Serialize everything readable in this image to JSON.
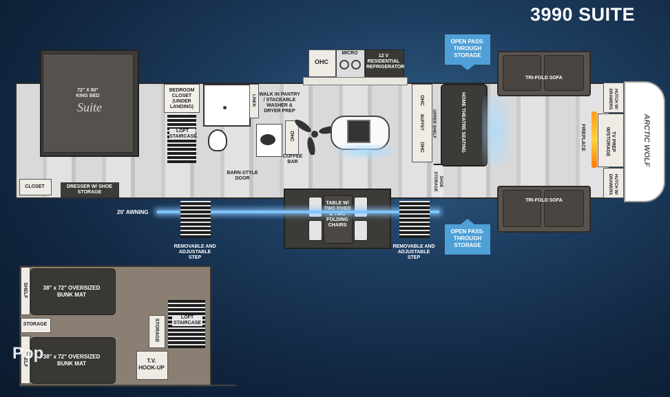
{
  "title": "3990 SUITE",
  "labels": {
    "bed": "72\" X 80\" KING BED",
    "suite_logo": "Suite",
    "closet": "CLOSET",
    "dresser": "DRESSER W/ SHOE STORAGE",
    "bedroom_closet": "BEDROOM CLOSET (UNDER LANDING)",
    "loft_staircase": "LOFT STAIRCASE",
    "linen": "LINEN",
    "pantry": "WALK IN PANTRY / STACKABLE WASHER & DRYER PREP",
    "ohc": "OHC",
    "micro": "MICRO",
    "fridge": "12 V RESIDENTIAL REFRIGERATOR",
    "coffee_bar": "COFFEE BAR",
    "barn_door": "BARN-STYLE DOOR",
    "awning": "20' AWNING",
    "table": "TABLE W/ TWO FIXED & TWO FOLDING CHAIRS",
    "removable_step_left": "REMOVABLE AND ADJUSTABLE STEP",
    "removable_step_right": "REMOVABLE AND ADJUSTABLE STEP",
    "buffet": "BUFFET",
    "upper_shelf": "UPPER SHELF",
    "home_theatre": "HOME THEATRE SEATING",
    "shoe_storage": "SHOE STORAGE",
    "open_storage_top": "OPEN PASS-THROUGH STORAGE",
    "open_storage_bottom": "OPEN PASS-THROUGH STORAGE",
    "sofa_top": "TRI-FOLD SOFA",
    "sofa_bottom": "TRI-FOLD SOFA",
    "fireplace": "FIREPLACE",
    "tv_prep": "TV PREP W/STORAGE",
    "hutch_top": "HUTCH W/ DRAWERS",
    "hutch_bottom": "HUTCH W/ DRAWERS",
    "front_cap_logo": "ARCTIC WOLF",
    "bunk_top": "38\" x 72\" OVERSIZED BUNK MAT",
    "bunk_bottom": "38\" x 72\" OVERSIZED BUNK MAT",
    "shelf_top": "SHELF",
    "shelf_bottom": "SHELF",
    "storage_left": "STORAGE",
    "storage_right": "STORAGE",
    "loft_staircase_2": "LOFT STAIRCASE",
    "tv_hookup": "T.V. HOOK-UP"
  },
  "watermark": "Pop",
  "colors": {
    "callout": "#4fa0d6",
    "background": "#1d3c5e",
    "floor": "#d9d9d9",
    "furniture": "#3d3b38"
  }
}
